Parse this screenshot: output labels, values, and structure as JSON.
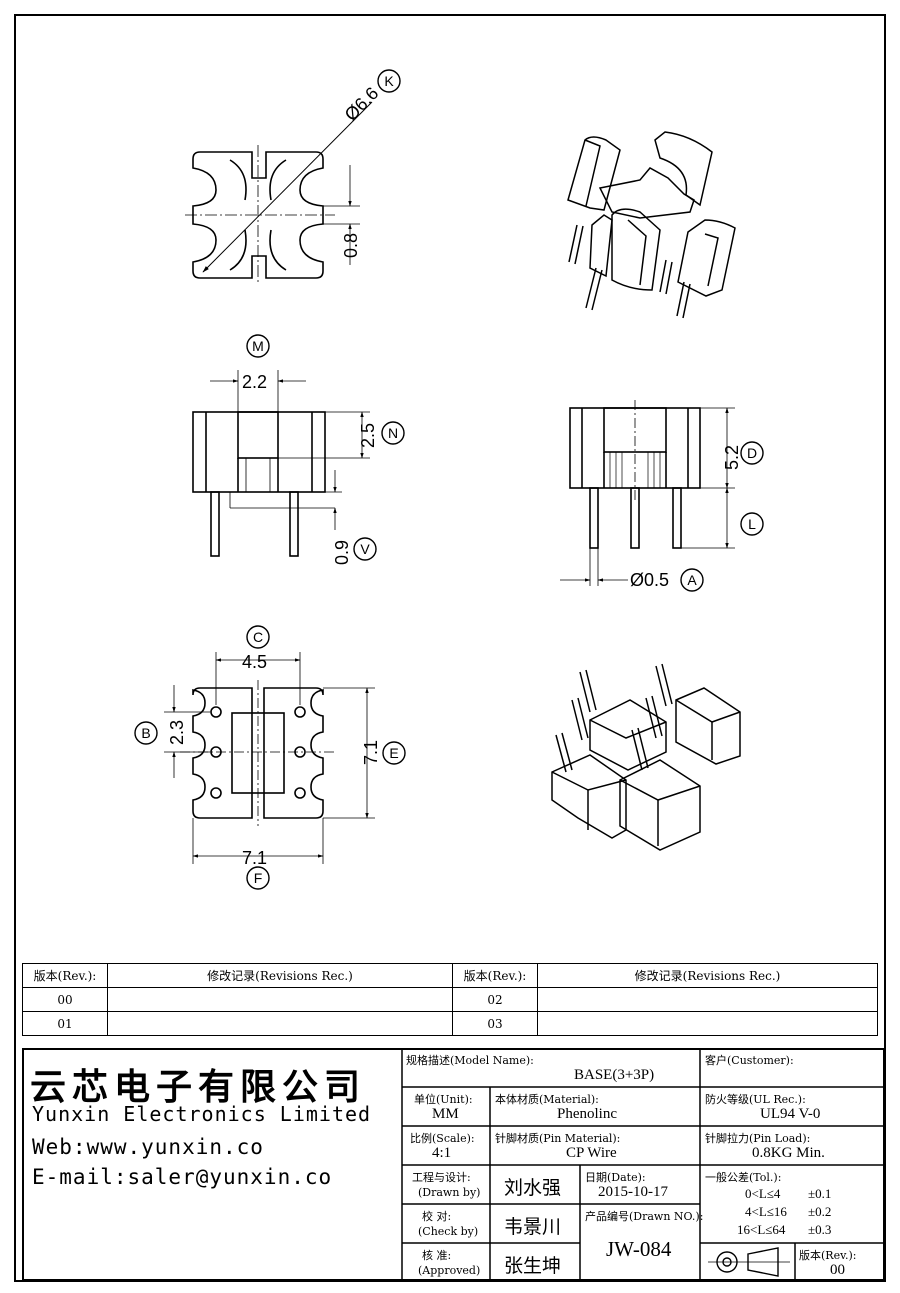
{
  "callouts": {
    "k": "K",
    "m": "M",
    "n": "N",
    "v": "V",
    "d": "D",
    "l": "L",
    "a": "A",
    "c": "C",
    "b": "B",
    "e": "E",
    "f": "F"
  },
  "dims": {
    "k": "Ø6.6",
    "k_small": "0.8",
    "m": "2.2",
    "n": "2.5",
    "v": "0.9",
    "d": "5.2",
    "a": "Ø0.5",
    "c": "4.5",
    "b": "2.3",
    "e": "7.1",
    "f": "7.1"
  },
  "revisions": {
    "header_rev": "版本(Rev.):",
    "header_rec": "修改记录(Revisions Rec.)",
    "rows": [
      {
        "rev_left": "00",
        "rev_right": "02"
      },
      {
        "rev_left": "01",
        "rev_right": "03"
      }
    ]
  },
  "company": {
    "name_cn": "云芯电子有限公司",
    "name_en": "Yunxin Electronics Limited",
    "web": "Web:www.yunxin.co",
    "email": "E-mail:saler@yunxin.co"
  },
  "title_block": {
    "model_label": "规格描述(Model Name):",
    "model_value": "BASE(3+3P)",
    "customer_label": "客户(Customer):",
    "customer_value": "",
    "unit_label": "单位(Unit):",
    "unit_value": "MM",
    "material_label": "本体材质(Material):",
    "material_value": "Phenolinc",
    "ul_label": "防火等级(UL Rec.):",
    "ul_value": "UL94 V-0",
    "scale_label": "比例(Scale):",
    "scale_value": "4:1",
    "pin_material_label": "针脚材质(Pin Material):",
    "pin_material_value": "CP Wire",
    "pin_load_label": "针脚拉力(Pin Load):",
    "pin_load_value": "0.8KG Min.",
    "drawn_label_cn": "工程与设计:",
    "drawn_label_en": "(Drawn by)",
    "drawn_value": "刘水强",
    "date_label": "日期(Date):",
    "date_value": "2015-10-17",
    "check_label_cn": "校  对:",
    "check_label_en": "(Check by)",
    "check_value": "韦景川",
    "drawn_no_label": "产品编号(Drawn NO.):",
    "drawn_no_value": "JW-084",
    "approved_label_cn": "核  准:",
    "approved_label_en": "(Approved)",
    "approved_value": "张生坤",
    "tol_label": "一般公差(Tol.):",
    "tol_rows": [
      {
        "range": "0<L≤4",
        "value": "±0.1"
      },
      {
        "range": "4<L≤16",
        "value": "±0.2"
      },
      {
        "range": "16<L≤64",
        "value": "±0.3"
      }
    ],
    "rev_label": "版本(Rev.):",
    "rev_value": "00"
  }
}
